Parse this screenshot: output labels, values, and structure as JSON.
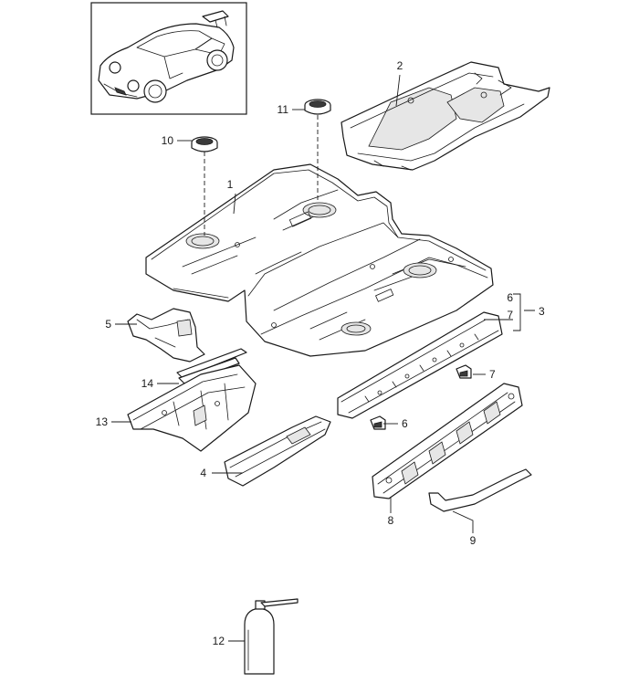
{
  "callouts": {
    "c1": "1",
    "c2": "2",
    "c3": "3",
    "c4": "4",
    "c5": "5",
    "c6": "6",
    "c6b": "6",
    "c7": "7",
    "c7b": "7",
    "c8": "8",
    "c9": "9",
    "c10": "10",
    "c11": "11",
    "c12": "12",
    "c13": "13",
    "c14": "14"
  }
}
